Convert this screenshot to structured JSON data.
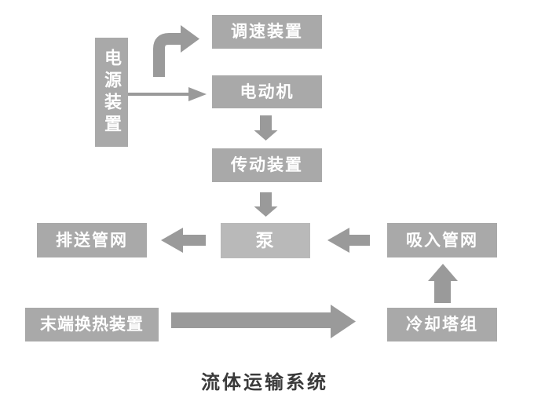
{
  "diagram": {
    "caption": "流体运输系统",
    "nodes": {
      "power": {
        "label": "电源装置"
      },
      "speed": {
        "label": "调速装置"
      },
      "motor": {
        "label": "电动机"
      },
      "transmission": {
        "label": "传动装置"
      },
      "pump": {
        "label": "泵"
      },
      "discharge": {
        "label": "排送管网"
      },
      "suction": {
        "label": "吸入管网"
      },
      "terminal": {
        "label": "末端换热装置"
      },
      "cooling": {
        "label": "冷却塔组"
      }
    },
    "edges": [
      {
        "from": "电源装置",
        "to": "调速装置",
        "style": "elbow-up-right"
      },
      {
        "from": "电源装置",
        "to": "电动机",
        "style": "thin-right"
      },
      {
        "from": "电动机",
        "to": "传动装置",
        "style": "down"
      },
      {
        "from": "传动装置",
        "to": "泵",
        "style": "down"
      },
      {
        "from": "泵",
        "to": "排送管网",
        "style": "left"
      },
      {
        "from": "吸入管网",
        "to": "泵",
        "style": "left"
      },
      {
        "from": "冷却塔组",
        "to": "吸入管网",
        "style": "up"
      },
      {
        "from": "末端换热装置",
        "to": "冷却塔组",
        "style": "long-right"
      }
    ]
  },
  "colors": {
    "node_fill": "#a9a9a9",
    "pump_fill": "#b9b9b9",
    "arrow": "#9a9a9a",
    "node_text": "#ffffff",
    "caption_text": "#3a3a3a",
    "background": "#ffffff"
  }
}
